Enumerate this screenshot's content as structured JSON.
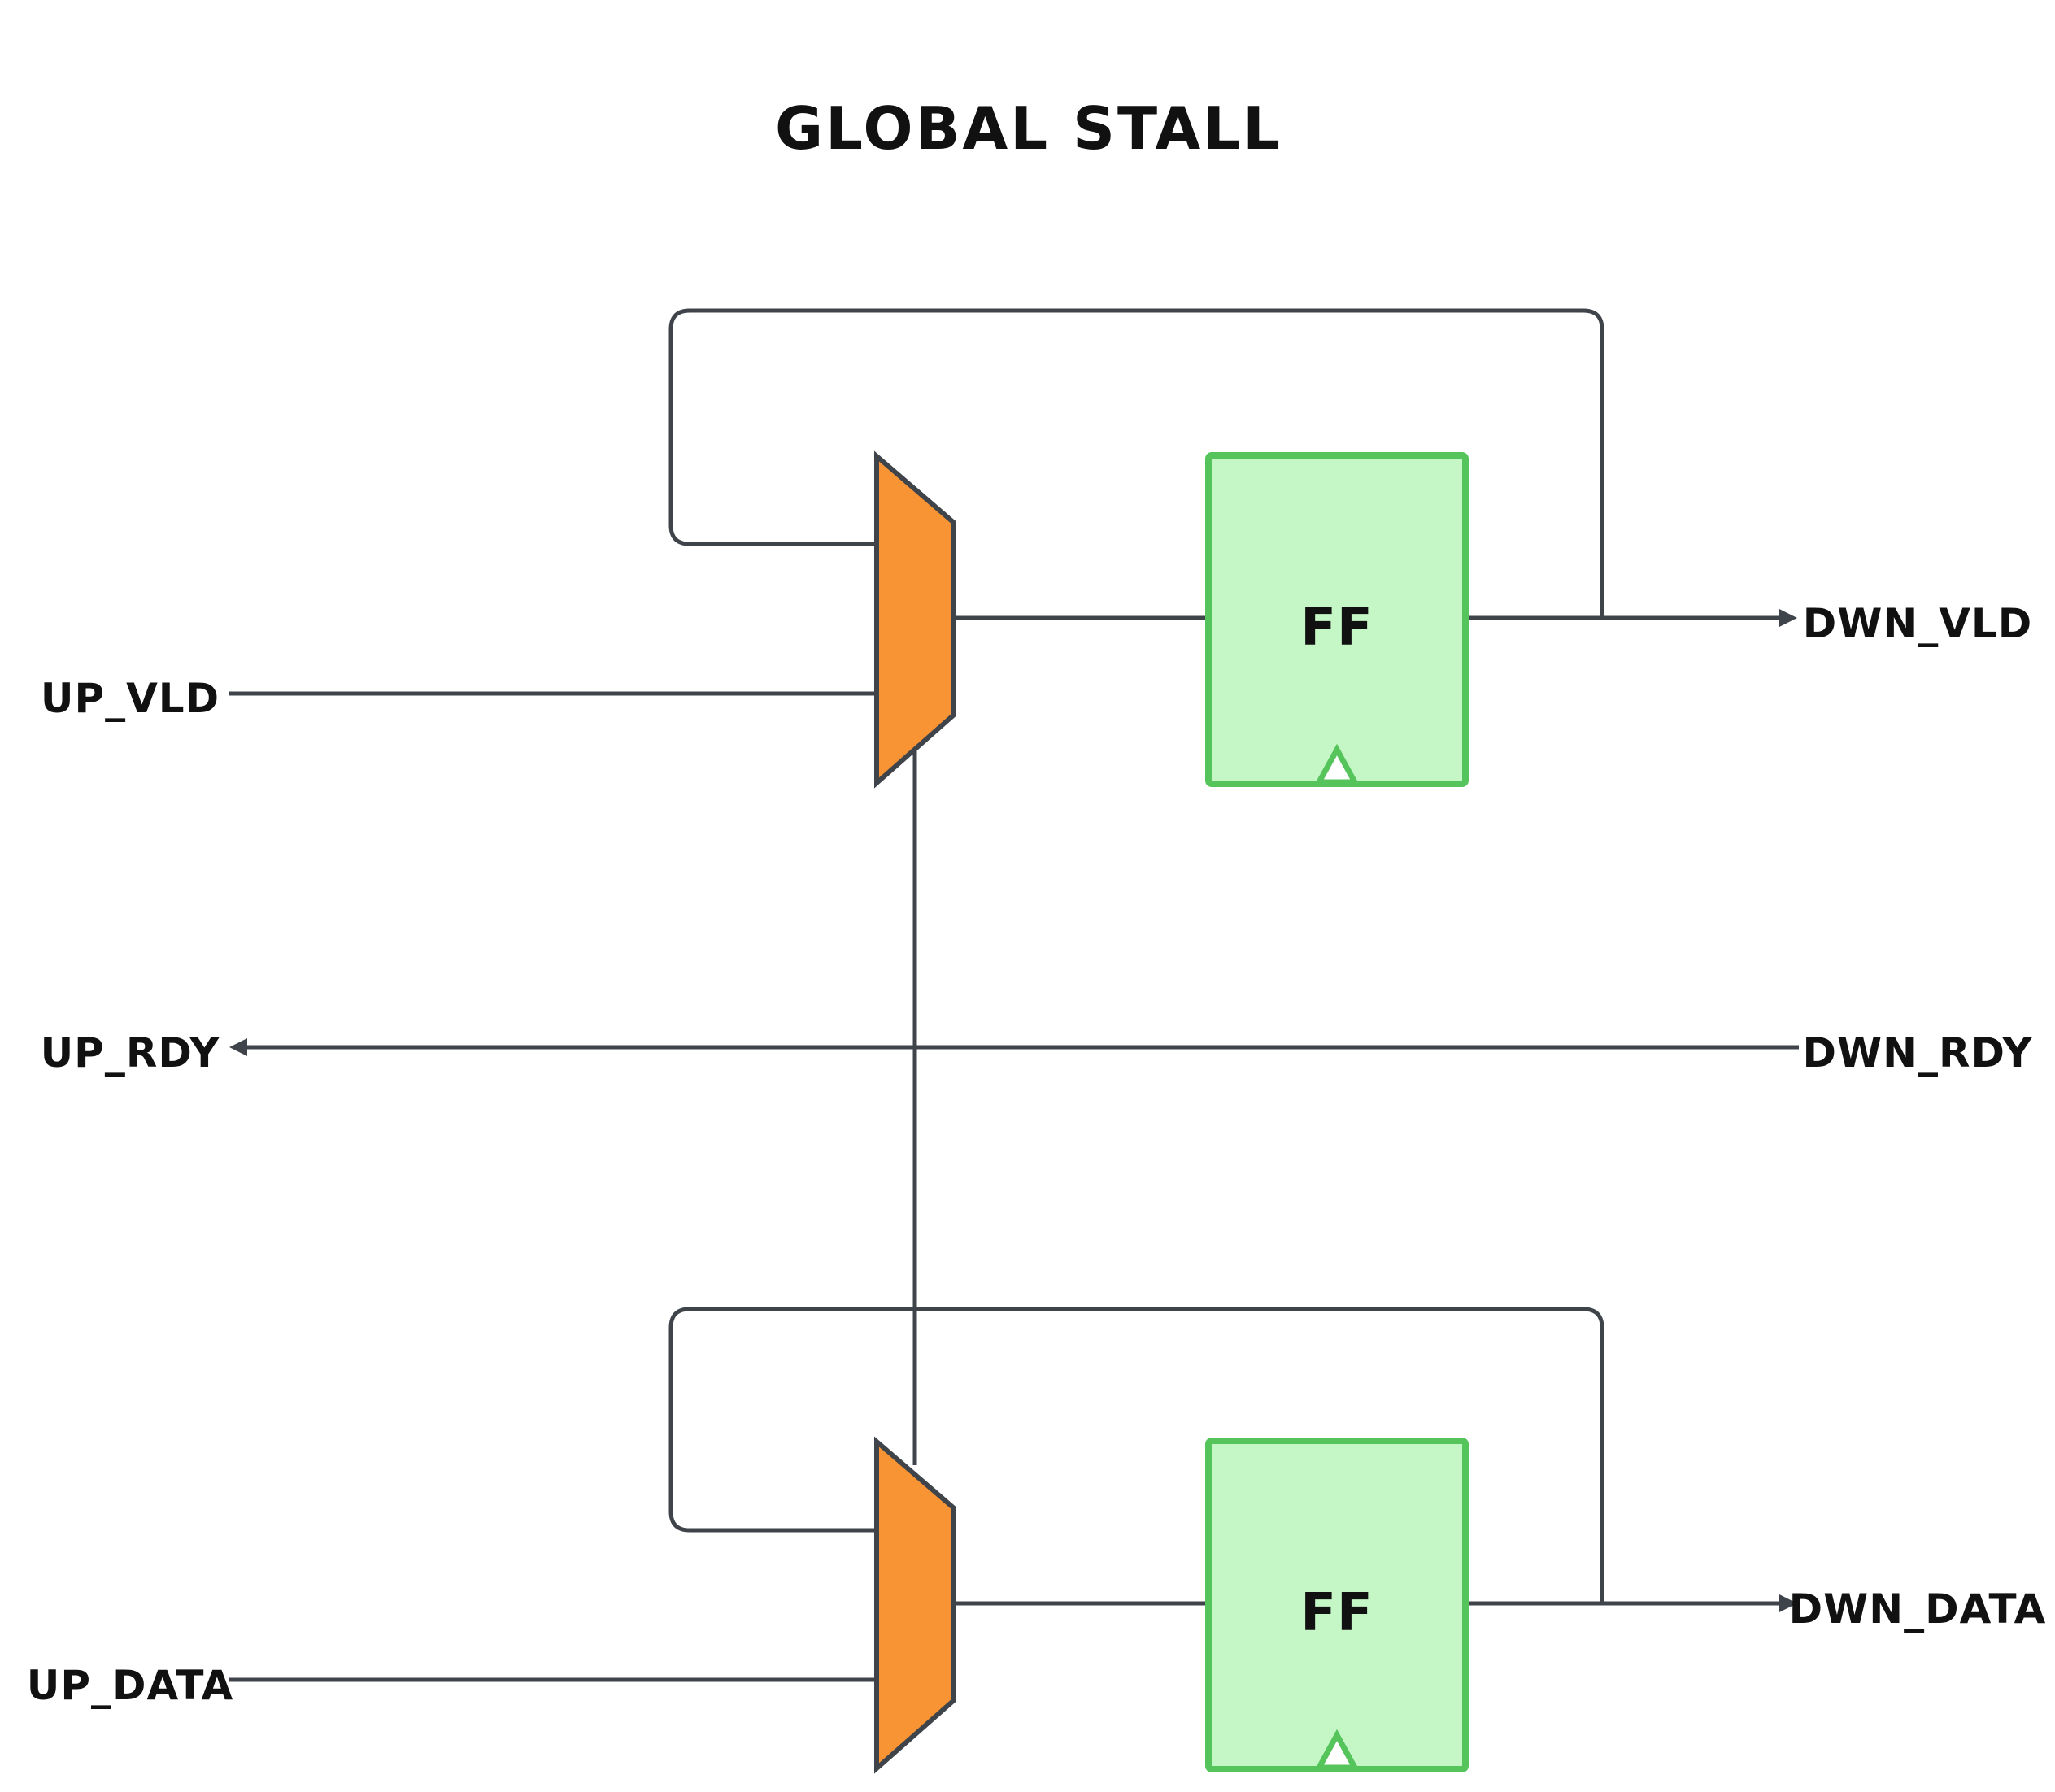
{
  "title": "GLOBAL STALL",
  "signals": {
    "up_vld": "UP_VLD",
    "up_rdy": "UP_RDY",
    "up_data": "UP_DATA",
    "dwn_vld": "DWN_VLD",
    "dwn_rdy": "DWN_RDY",
    "dwn_data": "DWN_DATA"
  },
  "blocks": {
    "ff_top_label": "FF",
    "ff_bottom_label": "FF"
  },
  "colors": {
    "wire": "#3f434a",
    "mux_fill": "#f89433",
    "ff_fill": "#c4f6c6",
    "ff_stroke": "#55c45b"
  }
}
